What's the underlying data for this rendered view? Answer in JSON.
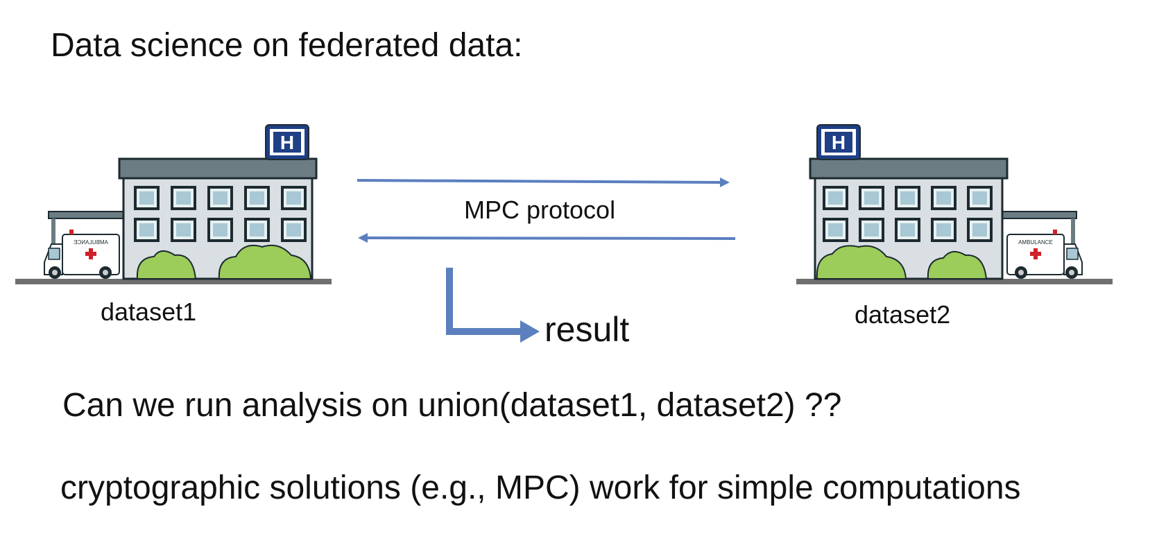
{
  "title": "Data science on federated data:",
  "hospitals": [
    {
      "name": "dataset1",
      "sign": "H",
      "ambulance_text": "AMBULANCE",
      "ambulance_side": "left"
    },
    {
      "name": "dataset2",
      "sign": "H",
      "ambulance_text": "AMBULANCE",
      "ambulance_side": "right"
    }
  ],
  "protocol_label": "MPC protocol",
  "result_label": "result",
  "question": "Can we run analysis on  union(dataset1, dataset2)  ??",
  "footnote": "cryptographic solutions (e.g., MPC) work for simple computations",
  "colors": {
    "arrow": "#5b7fbf",
    "building_wall": "#d9dfe3",
    "roof": "#6b7c82",
    "window": "#a7c8d4",
    "bush": "#9ccc5a",
    "ground": "#6f6f6f",
    "sign": "#1f3f86"
  }
}
